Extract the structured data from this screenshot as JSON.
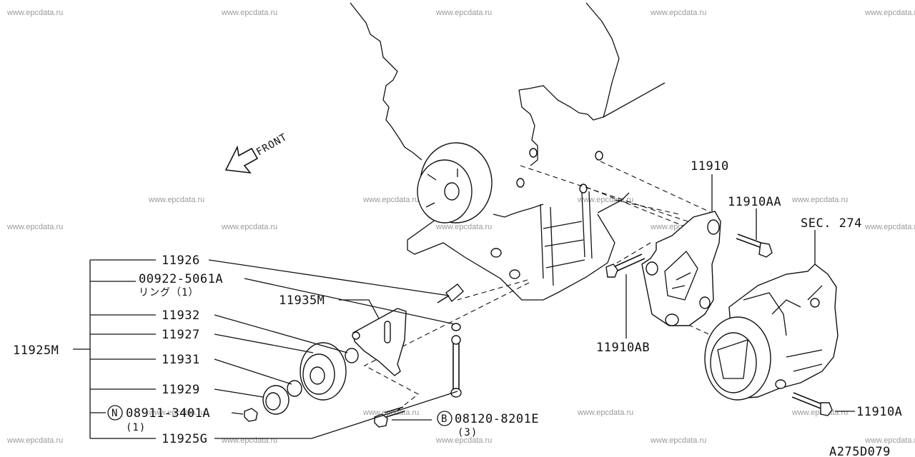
{
  "watermark": "www.epcdata.ru",
  "front_label": "FRONT",
  "diagram_code": "A275D079",
  "sec_ref": "SEC. 274",
  "group_label": "11925M",
  "labels": {
    "p11926": "11926",
    "p00922": "00922-5061A",
    "p00922_note": "リング（1）",
    "p11932": "11932",
    "p11927": "11927",
    "p11931": "11931",
    "p11929": "11929",
    "p08911": "08911-3401A",
    "p08911_circle": "N",
    "p08911_qty": "(1)",
    "p11925g": "11925G",
    "p11935m": "11935M",
    "p08120": "08120-8201E",
    "p08120_circle": "B",
    "p08120_qty": "(3)",
    "p11910": "11910",
    "p11910aa": "11910AA",
    "p11910ab": "11910AB",
    "p11910a": "11910A"
  }
}
